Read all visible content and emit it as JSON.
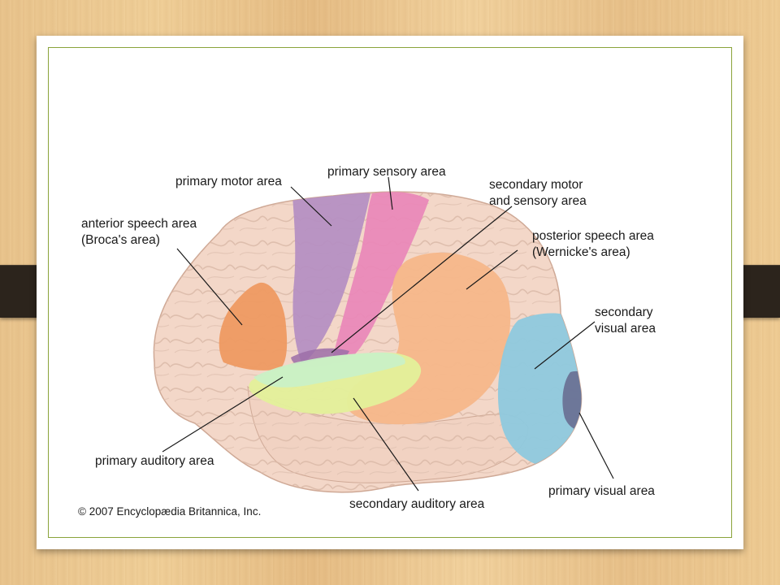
{
  "labels": {
    "primary_motor": "primary motor area",
    "primary_sensory": "primary sensory area",
    "secondary_motor_1": "secondary motor",
    "secondary_motor_2": "and sensory area",
    "anterior_1": "anterior speech area",
    "anterior_2": "(Broca's area)",
    "posterior_1": "posterior speech area",
    "posterior_2": "(Wernicke's area)",
    "secondary_visual_1": "secondary",
    "secondary_visual_2": "visual area",
    "primary_auditory": "primary auditory area",
    "secondary_auditory": "secondary auditory area",
    "primary_visual": "primary visual area"
  },
  "copyright": "© 2007 Encyclopædia Britannica, Inc.",
  "colors": {
    "brain": "#f3d7c8",
    "primary_motor": "#b48ec2",
    "primary_sensory": "#e987b8",
    "broca": "#ee9a62",
    "wernicke": "#f5b78a",
    "primary_auditory": "#c9f0c6",
    "secondary_auditory": "#e3f09a",
    "secondary_visual": "#8ec9de",
    "primary_visual": "#6a7295",
    "frame": "#8aa33a"
  }
}
